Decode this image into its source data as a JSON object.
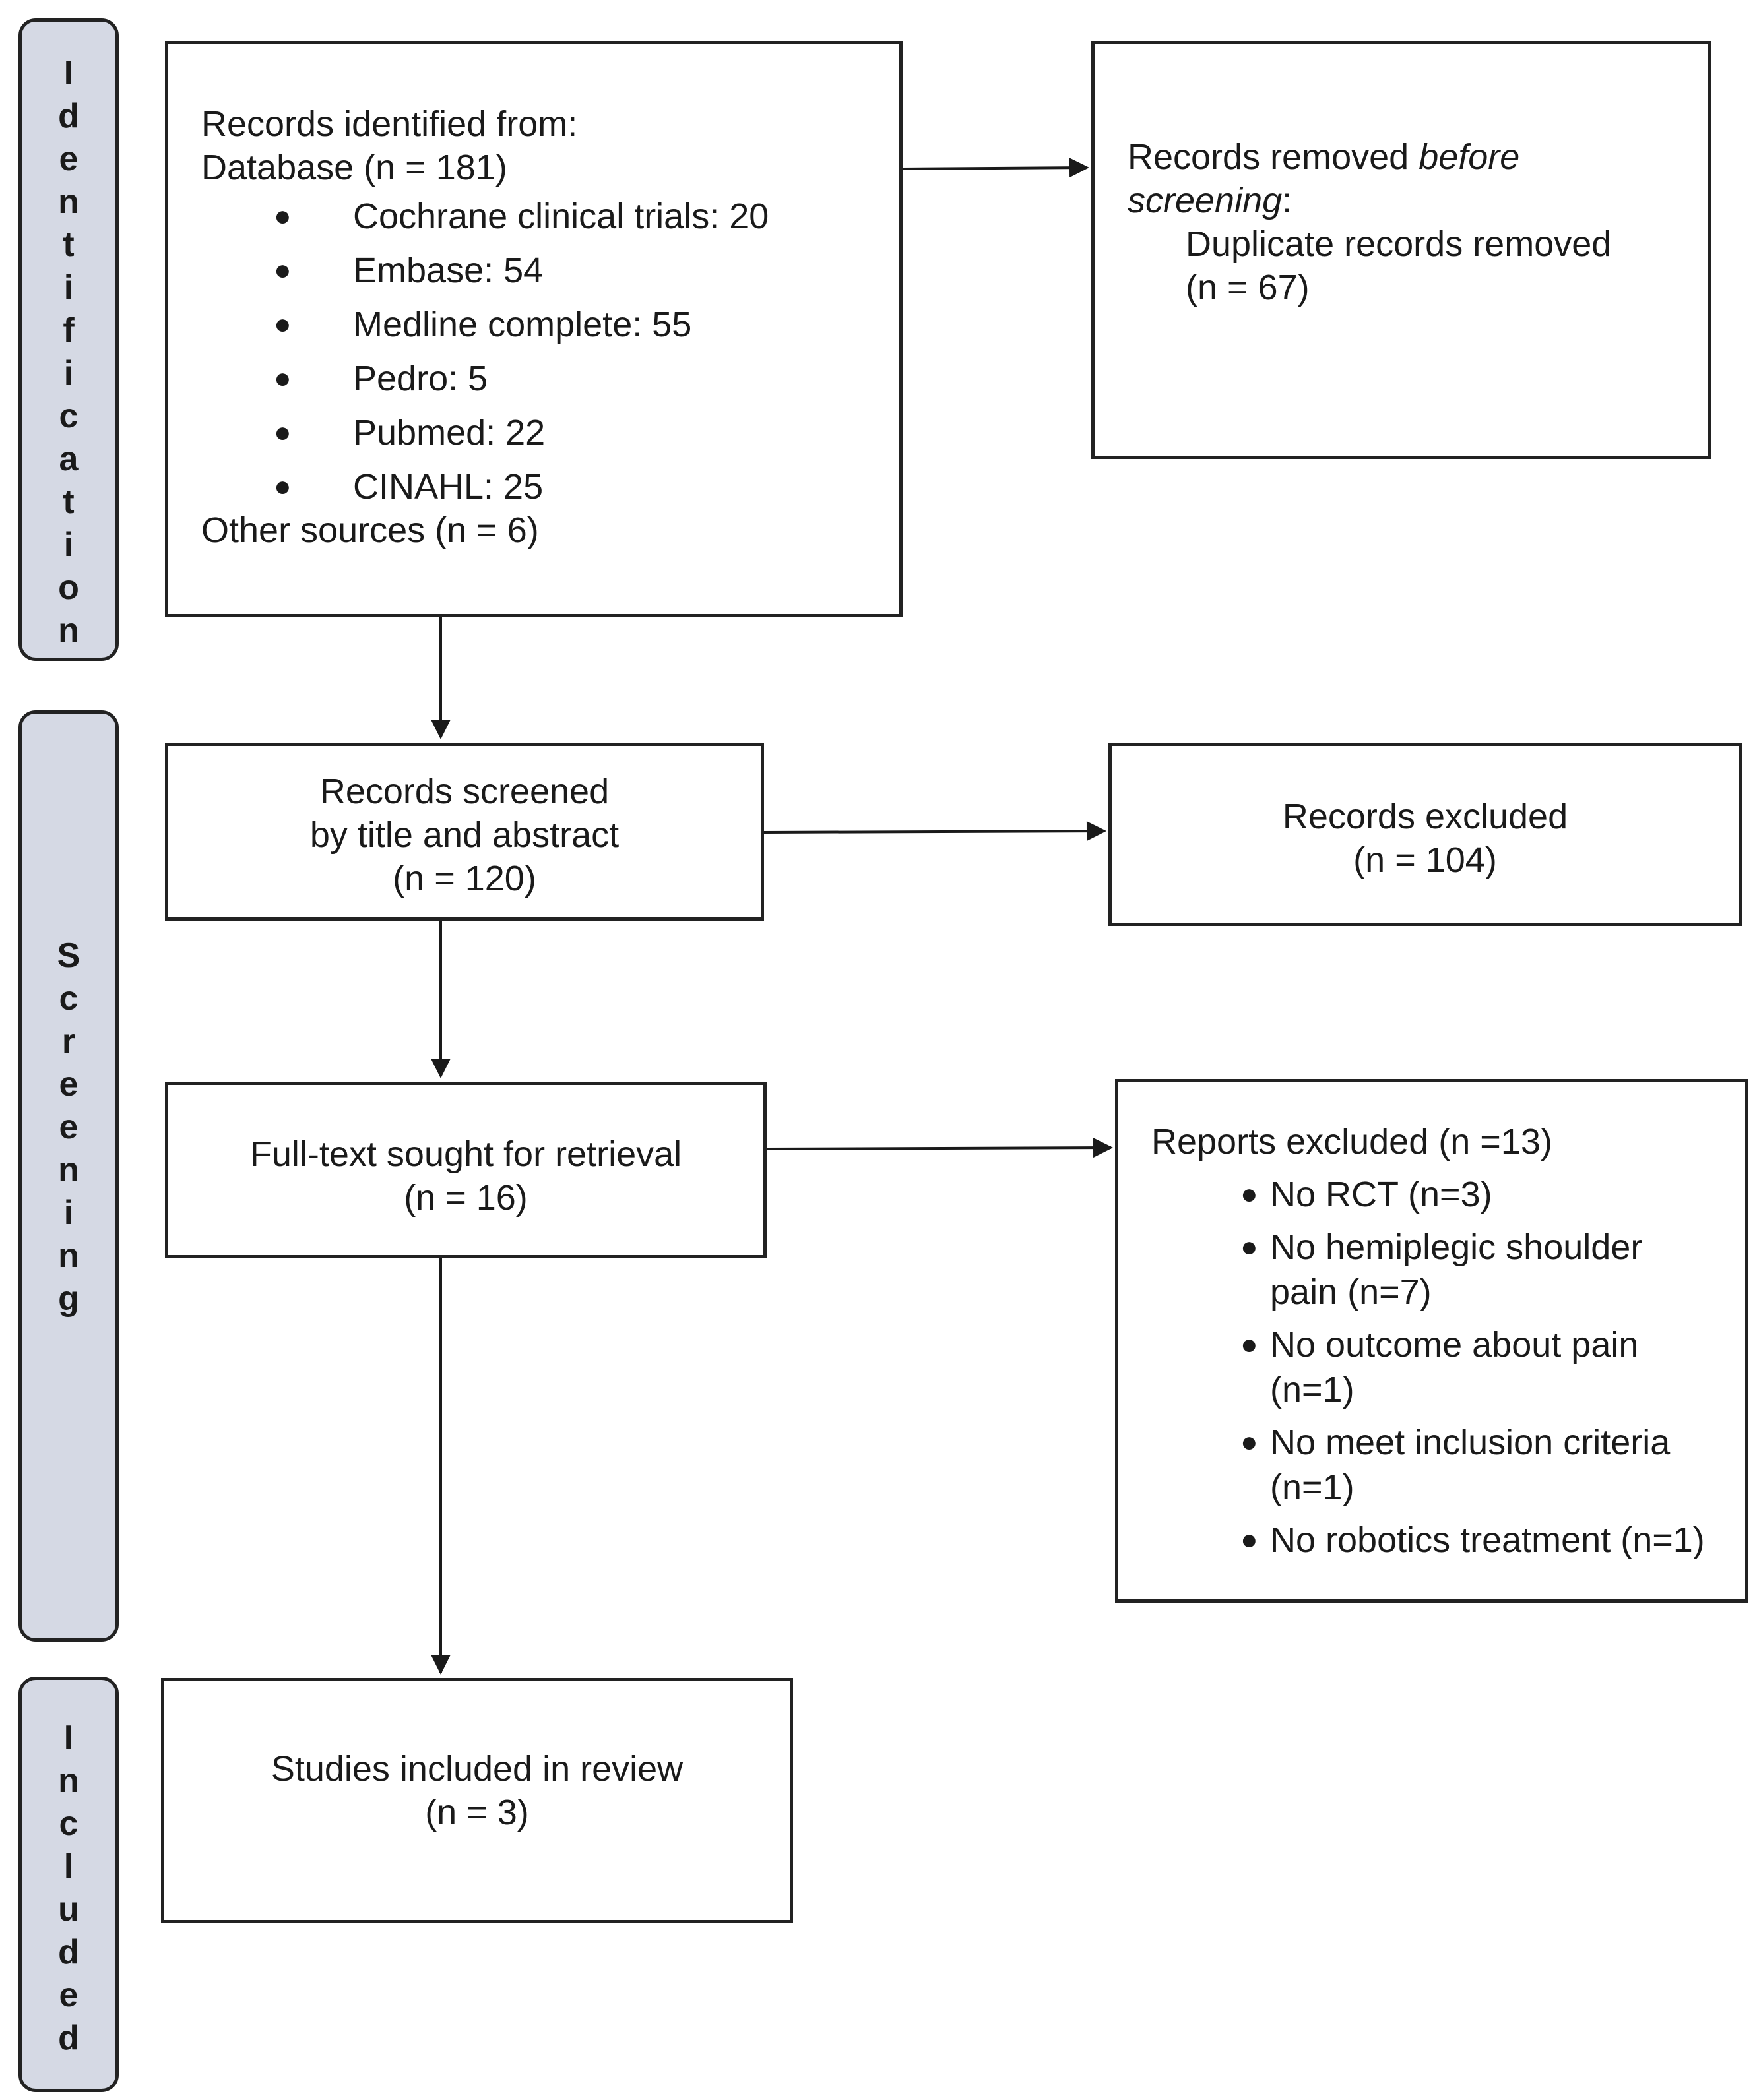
{
  "phases": {
    "identification": "Identification",
    "screening": "Screening",
    "included": "Included"
  },
  "identified": {
    "line1": "Records identified from:",
    "line2": "Database (n = 181)",
    "sources": [
      "Cochrane clinical trials: 20",
      "Embase: 54",
      "Medline complete: 55",
      "Pedro: 5",
      "Pubmed: 22",
      "CINAHL: 25"
    ],
    "other": "Other sources (n = 6)"
  },
  "removed": {
    "prefix": "Records removed ",
    "emph1": "before",
    "emph2": "screening",
    "suffix": ":",
    "line2": "Duplicate records removed",
    "line3": "(n = 67)"
  },
  "screened": {
    "line1": "Records screened",
    "line2": "by title and abstract",
    "line3": "(n = 120)"
  },
  "excluded": {
    "line1": "Records excluded",
    "line2": "(n = 104)"
  },
  "fulltext": {
    "line1": "Full-text sought for retrieval",
    "line2": "(n = 16)"
  },
  "reports": {
    "title": "Reports excluded (n =13)",
    "reasons": [
      [
        "No RCT (n=3)"
      ],
      [
        "No hemiplegic shoulder",
        "pain (n=7)"
      ],
      [
        "No outcome about pain",
        "(n=1)"
      ],
      [
        "No meet inclusion criteria",
        "(n=1)"
      ],
      [
        "No robotics treatment (n=1)"
      ]
    ]
  },
  "included": {
    "line1": "Studies included in review",
    "line2": "(n = 3)"
  }
}
